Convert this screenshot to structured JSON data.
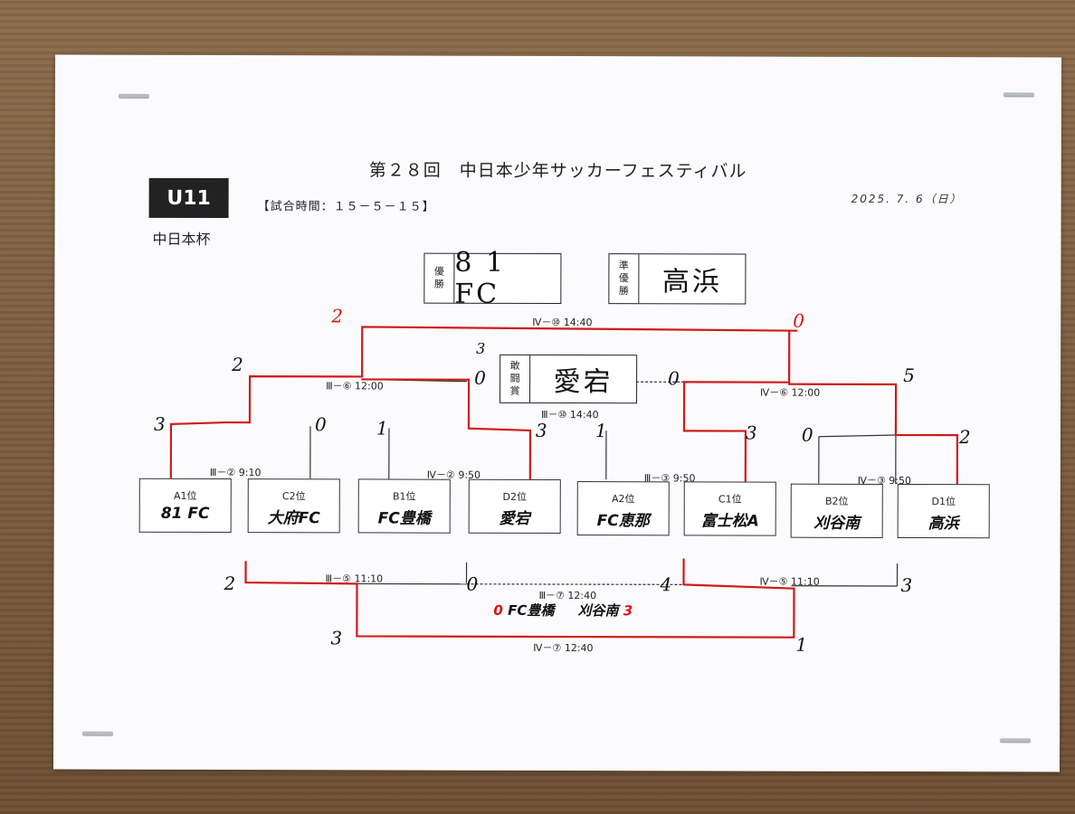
{
  "header": {
    "title": "第２８回　中日本少年サッカーフェスティバル",
    "category": "U11",
    "cup": "中日本杯",
    "match_time": "【試合時間：１５－５－１５】",
    "date": "2025. 7. 6（日）"
  },
  "awards": {
    "champion": {
      "label": [
        "優",
        "勝"
      ],
      "value": "8 1 FC"
    },
    "runner_up": {
      "label": [
        "準",
        "優",
        "勝"
      ],
      "value": "高浜"
    },
    "fighting_spirit": {
      "label": [
        "敢",
        "闘",
        "賞"
      ],
      "value": "愛宕"
    }
  },
  "teams": [
    {
      "seed": "A1位",
      "name": "81 FC"
    },
    {
      "seed": "C2位",
      "name": "大府FC"
    },
    {
      "seed": "B1位",
      "name": "FC豊橋"
    },
    {
      "seed": "D2位",
      "name": "愛宕"
    },
    {
      "seed": "A2位",
      "name": "FC恵那"
    },
    {
      "seed": "C1位",
      "name": "富士松A"
    },
    {
      "seed": "B2位",
      "name": "刈谷南"
    },
    {
      "seed": "D1位",
      "name": "高浜"
    }
  ],
  "matches": {
    "r1": [
      "Ⅲ－② 9:10",
      "Ⅳ－② 9:50",
      "Ⅲ－③ 9:50",
      "Ⅳ－③ 9:50"
    ],
    "r2": [
      "Ⅲ－⑥ 12:00",
      "Ⅳ－⑥ 12:00"
    ],
    "final": "Ⅳ－⑩ 14:40",
    "third": "Ⅲ－⑩ 14:40",
    "lower_r1": [
      "Ⅲ－⑤ 11:10",
      "Ⅳ－⑤ 11:10"
    ],
    "lower_final": "Ⅳ－⑦ 12:40",
    "lower_third": "Ⅲ－⑦ 12:40"
  },
  "scores": {
    "final_left": "2",
    "final_right": "0",
    "sf_left_top": "2",
    "sf_left_mid": "0",
    "sf_left_pk": "3",
    "sf_right_mid": "0",
    "sf_right_top": "5",
    "r1": [
      "3",
      "0",
      "1",
      "3",
      "1",
      "3",
      "0",
      "2"
    ],
    "lower": [
      "2",
      "0",
      "4",
      "3"
    ],
    "lower_final": [
      "3",
      "1"
    ]
  },
  "third_place": {
    "team_a": "FC豊橋",
    "score_a": "0",
    "team_b": "刈谷南",
    "score_b": "3"
  },
  "colors": {
    "win_line": "#d11a1a",
    "line": "#333333"
  }
}
